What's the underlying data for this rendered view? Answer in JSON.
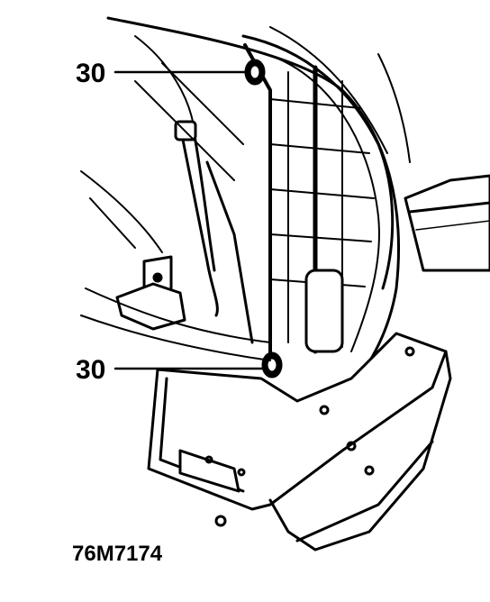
{
  "callouts": [
    {
      "label": "30",
      "part": "fastener-upper"
    },
    {
      "label": "30",
      "part": "fastener-lower"
    }
  ],
  "figure_id": "76M7174",
  "colors": {
    "ink": "#000000",
    "paper": "#ffffff"
  }
}
